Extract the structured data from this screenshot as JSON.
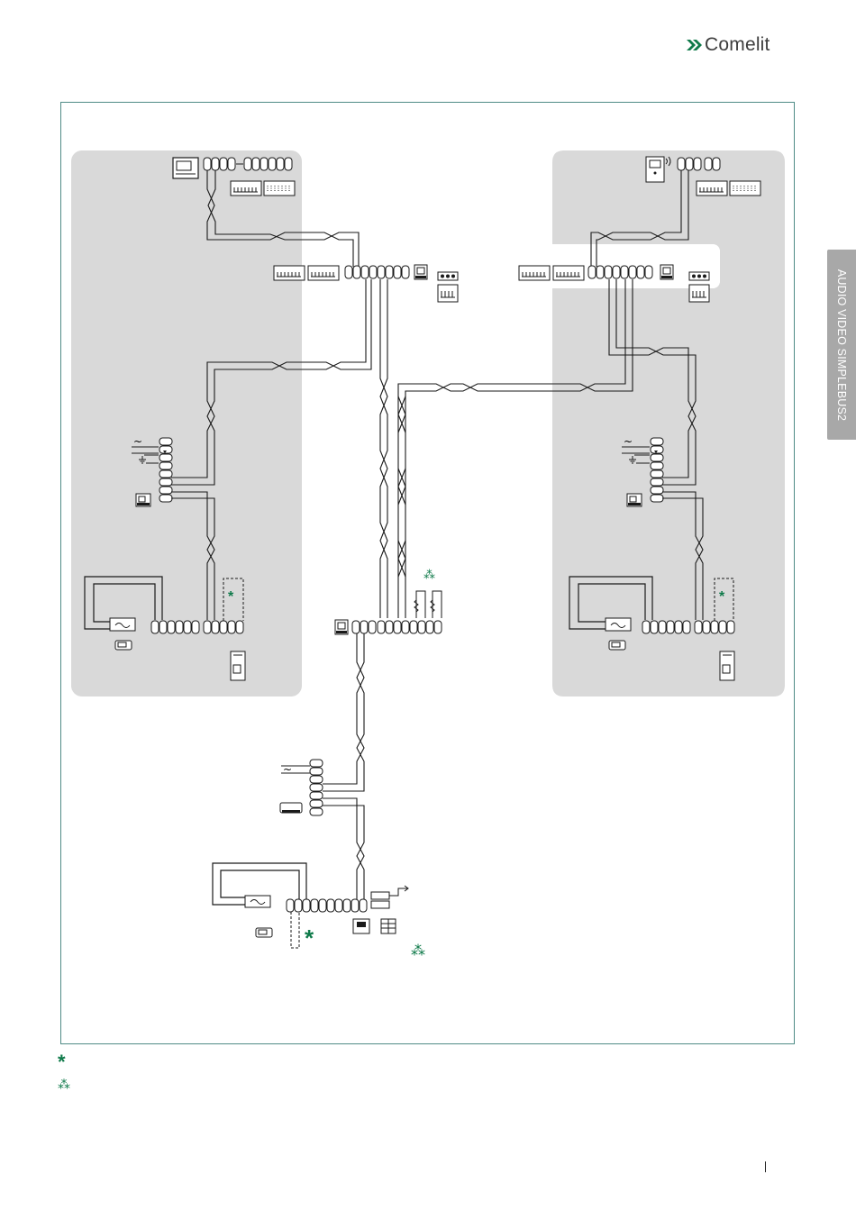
{
  "header": {
    "brand": "Comelit",
    "brand_color": "#3d3d3d",
    "logo_mark_color": "#0f7a4a"
  },
  "side_tab": {
    "label": "AUDIO VIDEO SIMPLEBUS2",
    "color": "#a8a8a8"
  },
  "colors": {
    "zone_fill": "#d9d9d9",
    "wire": "#1a1a1a",
    "accent_green": "#0f7a4a",
    "frame_border": "#4f8b86"
  },
  "symbols": {
    "asterisk": "asterisk-symbol",
    "grid_star": "grid-star-symbol",
    "ac_supply": "~",
    "ground": "ground-symbol"
  },
  "legend": {
    "asterisk_symbol": "*",
    "grid_symbol": "⁂"
  }
}
